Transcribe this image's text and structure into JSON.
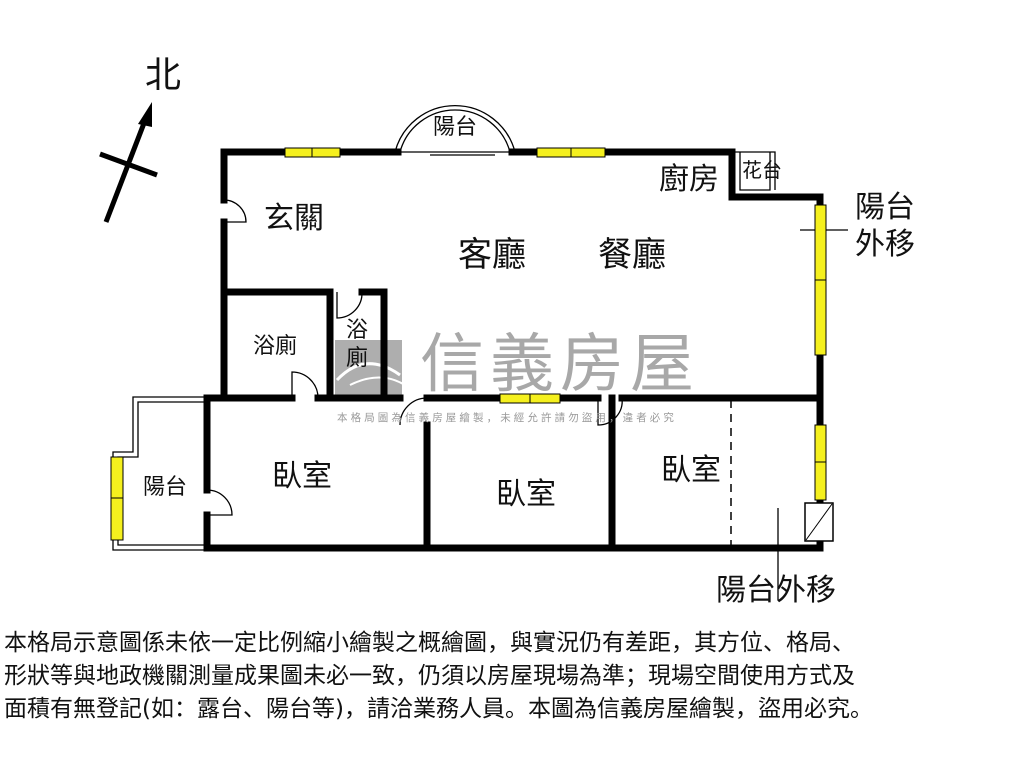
{
  "compass": {
    "north_label": "北"
  },
  "rooms": {
    "balcony_top": "陽台",
    "kitchen": "廚房",
    "planter": "花台",
    "balcony_ext_right_1": "陽台",
    "balcony_ext_right_2": "外移",
    "entrance": "玄關",
    "living_room": "客廳",
    "dining_room": "餐廳",
    "bathroom_1": "浴廁",
    "bathroom_2_line1": "浴",
    "bathroom_2_line2": "廁",
    "balcony_left": "陽台",
    "bedroom_1": "臥室",
    "bedroom_2": "臥室",
    "bedroom_3": "臥室",
    "balcony_ext_bottom": "陽台外移"
  },
  "watermark": {
    "brand": "信義房屋",
    "notice": "本格局圖為信義房屋繪製，未經允許請勿盜用，違者必究"
  },
  "disclaimer": {
    "lines": [
      "本格局示意圖係未依一定比例縮小繪製之概繪圖，與實況仍有差距，其方位、格局、",
      "形狀等與地政機關測量成果圖未必一致，仍須以房屋現場為準；現場空間使用方式及",
      "面積有無登記(如：露台、陽台等)，請洽業務人員。本圖為信義房屋繪製，盜用必究。"
    ]
  },
  "colors": {
    "wall": "#000000",
    "window": "#f5f01e",
    "watermark": "#9a9a9a"
  }
}
